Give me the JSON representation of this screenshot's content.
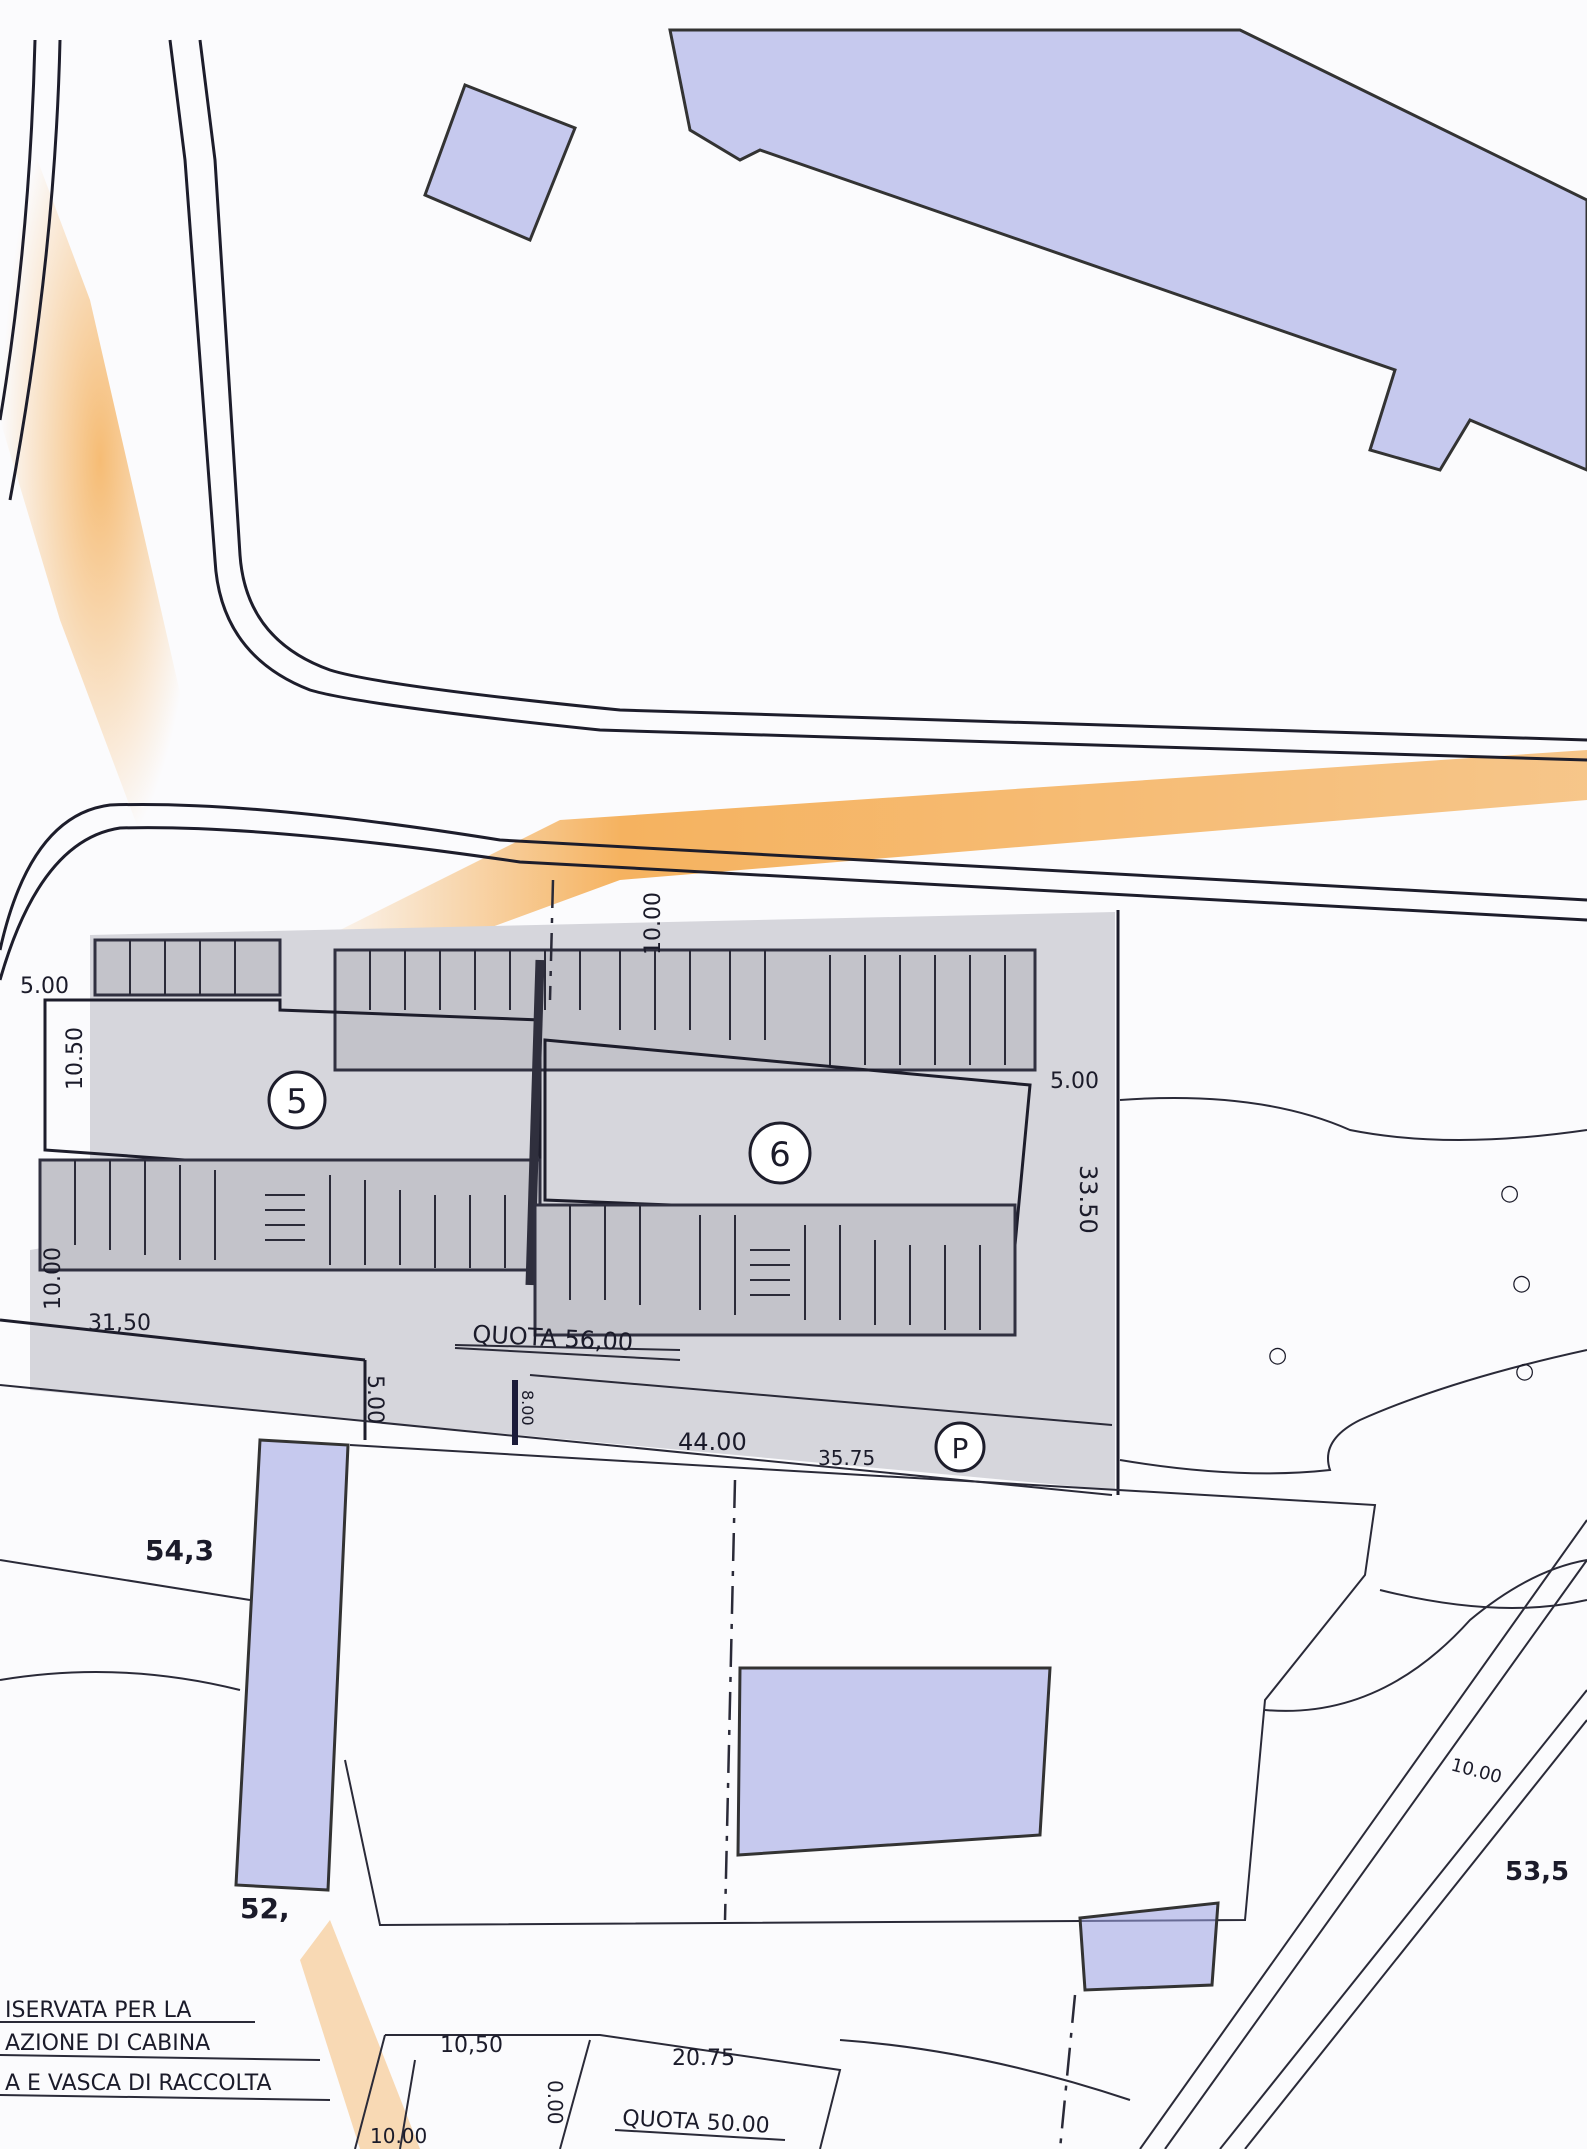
{
  "plan": {
    "blocks": [
      {
        "id": "5",
        "label": "5"
      },
      {
        "id": "6",
        "label": "6"
      }
    ],
    "parking_symbol": "P",
    "dimensions": {
      "d_5_00_left": "5.00",
      "d_10_50_vertical": "10.50",
      "d_10_00_top": "10.00",
      "d_5_00_right": "5.00",
      "d_33_50": "33.50",
      "d_10_00_left": "10.00",
      "d_31_50": "31,50",
      "d_5_00_mid": "5.00",
      "d_8_00": "8.00",
      "d_44_00": "44.00",
      "d_35_75": "35.75",
      "d_10_00_rail": "10.00",
      "d_10_50_bottom": "10,50",
      "d_20_75": "20.75",
      "d_0_00": "0.00",
      "d_10_00_bottom": "10.00"
    },
    "quotes": {
      "quota_56": "QUOTA  56,00",
      "quota_50": "QUOTA  50.00"
    },
    "spot_heights": {
      "h_54_3": "54,3",
      "h_52": "52,",
      "h_53_5": "53,5"
    },
    "note": {
      "line1": "ISERVATA  PER  LA",
      "line2": "AZIONE  DI  CABINA",
      "line3": "A  E  VASCA  DI  RACCOLTA"
    },
    "colors": {
      "ink": "#1d1d2b",
      "building_fill": "#9aa0e2",
      "paving_grey": "#d6d6dc",
      "stain_orange": "#f39a2b"
    }
  }
}
